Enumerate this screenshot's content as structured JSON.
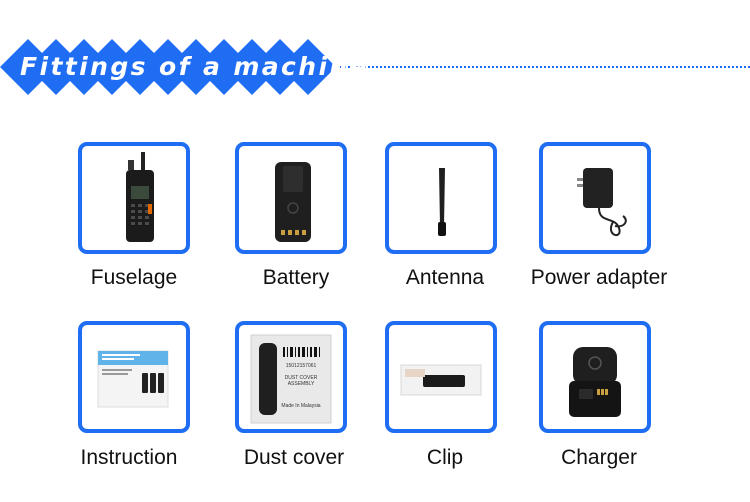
{
  "header": {
    "title": "Fittings of a machine",
    "accent_color": "#1e6df2"
  },
  "items": [
    {
      "label": "Fuselage",
      "icon": "radio-icon"
    },
    {
      "label": "Battery",
      "icon": "battery-icon"
    },
    {
      "label": "Antenna",
      "icon": "antenna-icon"
    },
    {
      "label": "Power adapter",
      "icon": "power-adapter-icon"
    },
    {
      "label": "Instruction",
      "icon": "manual-icon"
    },
    {
      "label": "Dust cover",
      "icon": "dust-cover-icon"
    },
    {
      "label": "Clip",
      "icon": "clip-icon"
    },
    {
      "label": "Charger",
      "icon": "charger-icon"
    }
  ],
  "packaging_text": {
    "serial": "15012157061",
    "line1": "DUST COVER",
    "line2": "ASSEMBLY",
    "origin": "Made In Malaysia"
  }
}
